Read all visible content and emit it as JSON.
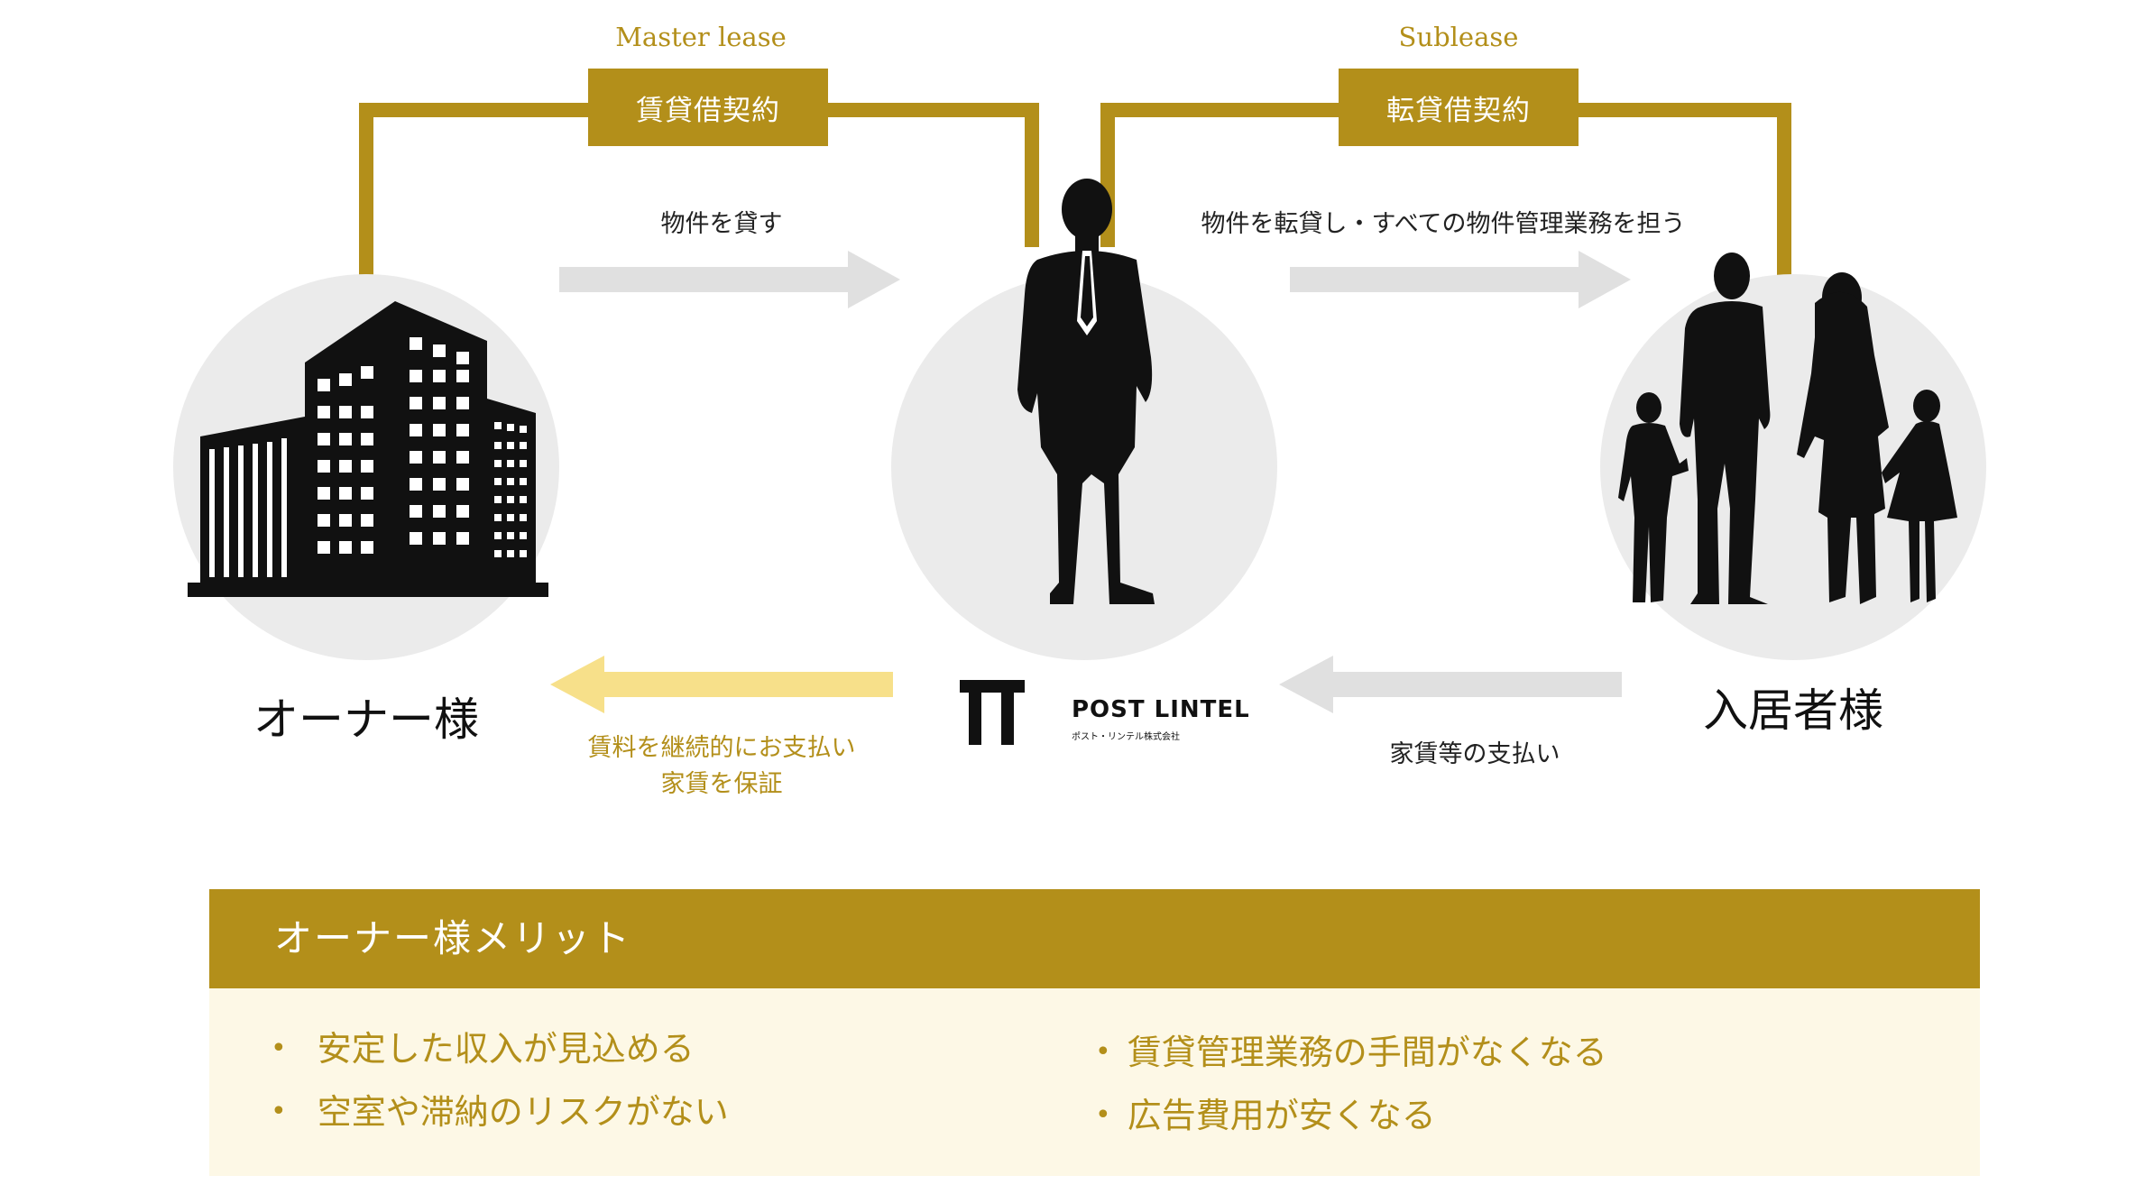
{
  "colors": {
    "gold": "#b38f1a",
    "light_gray": "#ebebeb",
    "arrow_gray": "#e0e0e0",
    "arrow_yellow": "#f7e08a",
    "merit_bg": "#fdf8e6"
  },
  "contracts": {
    "master": {
      "en": "Master lease",
      "jp": "賃貸借契約"
    },
    "sub": {
      "en": "Sublease",
      "jp": "転貸借契約"
    }
  },
  "flows": {
    "owner_to_company": "物件を貸す",
    "company_to_tenant": "物件を転貸し・すべての物件管理業務を担う",
    "company_to_owner": [
      "賃料を継続的にお支払い",
      "家賃を保証"
    ],
    "tenant_to_company": "家賃等の支払い"
  },
  "parties": {
    "owner": {
      "label": "オーナー様",
      "icon": "building-icon"
    },
    "company": {
      "icon": "businessman-icon"
    },
    "tenant": {
      "label": "入居者様",
      "icon": "family-icon"
    }
  },
  "logo": {
    "name": "POST LINTEL",
    "kana": "ポスト・リンテル株式会社"
  },
  "merits": {
    "title": "オーナー様メリット",
    "left": [
      "安定した収入が見込める",
      "空室や滞納のリスクがない"
    ],
    "right": [
      "賃貸管理業務の手間がなくなる",
      "広告費用が安くなる"
    ]
  }
}
